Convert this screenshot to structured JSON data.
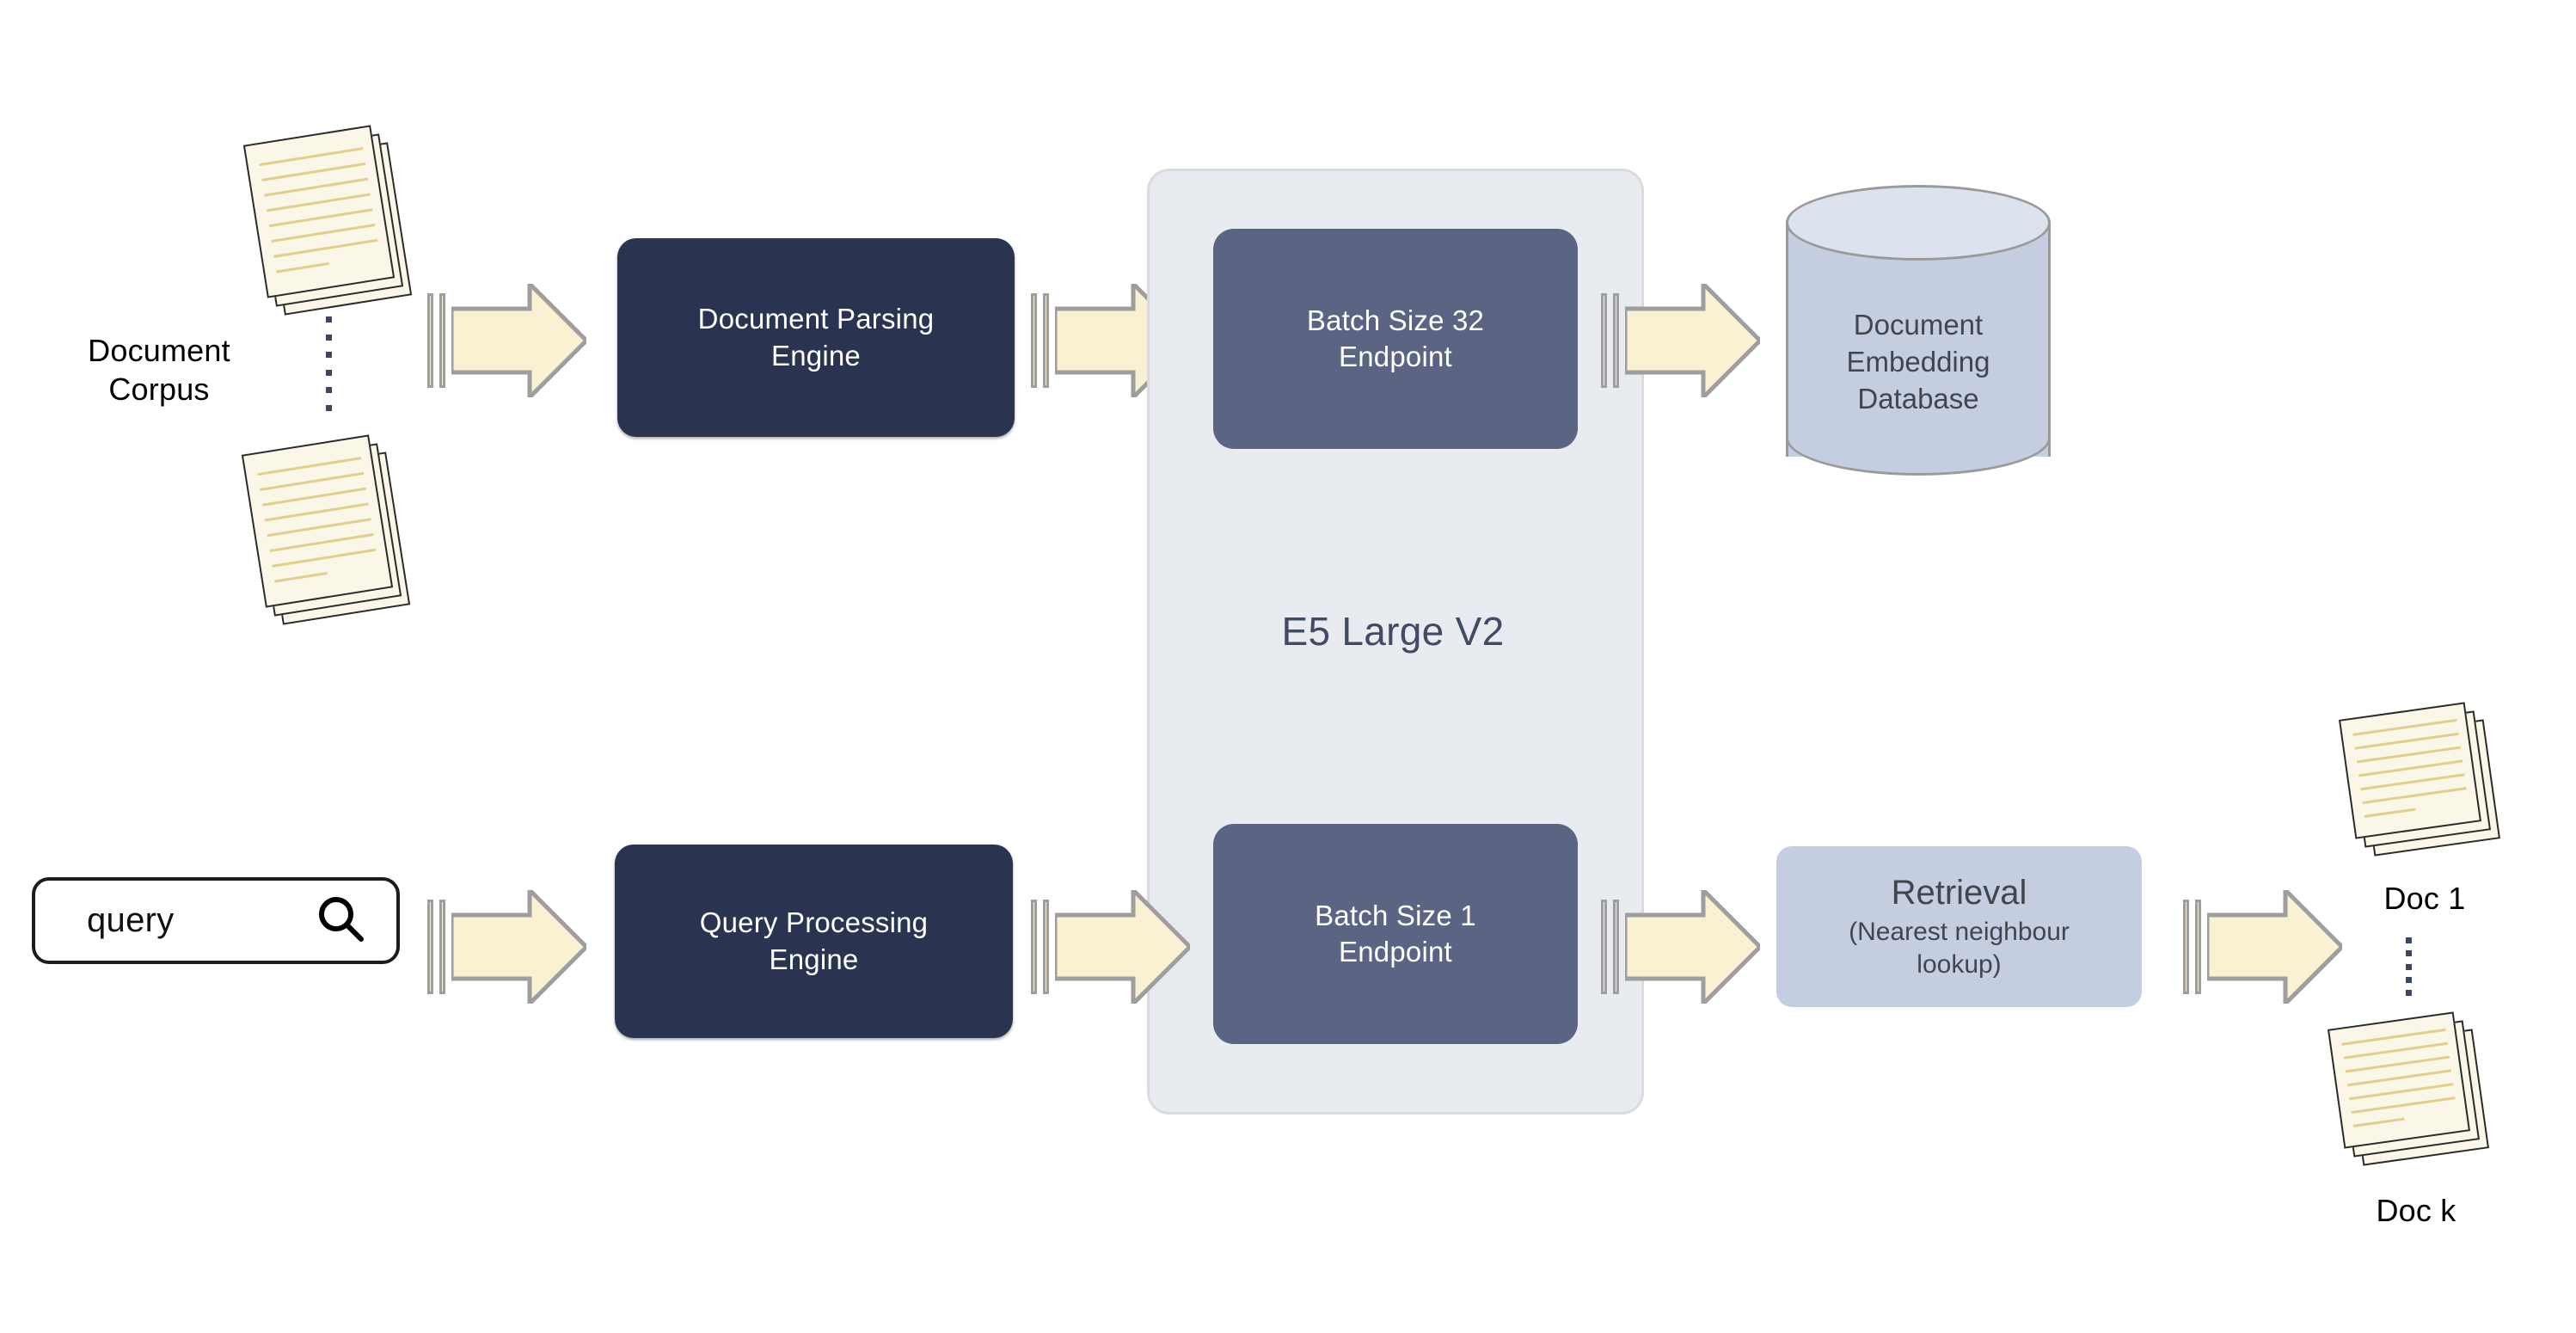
{
  "diagram": {
    "title": "E5 Large V2 document embedding and retrieval pipeline",
    "colors": {
      "dark_box": "#2A3450",
      "slate_box": "#5B6583",
      "lilac_box": "#C4CEE0",
      "group_fill": "#E8EBF0",
      "group_border": "#D9DBDD",
      "arrow_fill": "#FAF0D2",
      "arrow_border": "#9E9E9E",
      "paper_fill": "#FAF6E8",
      "paper_rule": "#E2CE8E",
      "text_dark": "#41464E",
      "text_light": "#FFFFFF"
    }
  },
  "corpus": {
    "label": "Document\nCorpus",
    "ellipsis_icon": "vertical-ellipsis"
  },
  "query": {
    "value": "query",
    "placeholder": "query",
    "icon": "search-icon"
  },
  "stages": {
    "document_parsing": {
      "label": "Document Parsing\nEngine"
    },
    "query_processing": {
      "label": "Query Processing\nEngine"
    }
  },
  "model_group": {
    "title": "E5 Large V2",
    "endpoints": [
      {
        "label": "Batch Size 32\nEndpoint",
        "batch_size": 32
      },
      {
        "label": "Batch Size 1\nEndpoint",
        "batch_size": 1
      }
    ]
  },
  "database": {
    "label": "Document\nEmbedding\nDatabase",
    "icon": "cylinder-database-icon"
  },
  "retrieval": {
    "title": "Retrieval",
    "subtitle": "(Nearest neighbour\nlookup)"
  },
  "results": {
    "first_label": "Doc 1",
    "last_label": "Doc k",
    "ellipsis_icon": "vertical-ellipsis"
  },
  "arrows": [
    {
      "name": "corpus-to-parsing"
    },
    {
      "name": "parsing-to-batch32"
    },
    {
      "name": "batch32-to-database"
    },
    {
      "name": "query-to-processing"
    },
    {
      "name": "processing-to-batch1"
    },
    {
      "name": "batch1-to-retrieval"
    },
    {
      "name": "retrieval-to-results"
    }
  ]
}
